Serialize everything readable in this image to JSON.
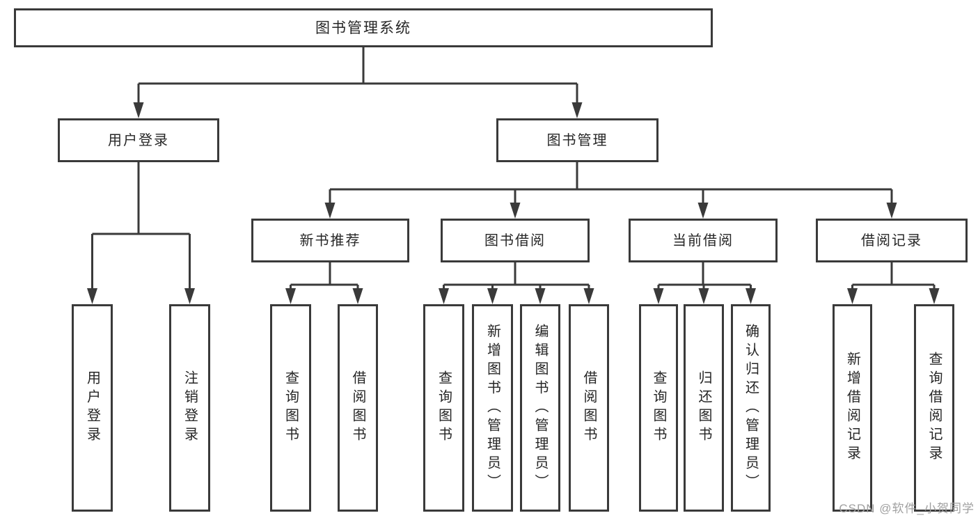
{
  "diagram": {
    "type": "hierarchy-tree",
    "colors": {
      "line": "#3a3a3a",
      "box_border": "#3a3a3a",
      "box_background": "#ffffff",
      "text": "#262626",
      "watermark": "#a0a0a0"
    },
    "watermark": "CSDN @软件_小贺同学",
    "tree": {
      "label": "图书管理系统",
      "children": [
        {
          "label": "用户登录",
          "children": [
            {
              "label": "用户登录"
            },
            {
              "label": "注销登录"
            }
          ]
        },
        {
          "label": "图书管理",
          "children": [
            {
              "label": "新书推荐",
              "children": [
                {
                  "label": "查询图书"
                },
                {
                  "label": "借阅图书"
                }
              ]
            },
            {
              "label": "图书借阅",
              "children": [
                {
                  "label": "查询图书"
                },
                {
                  "label": "新增图书（管理员）"
                },
                {
                  "label": "编辑图书（管理员）"
                },
                {
                  "label": "借阅图书"
                }
              ]
            },
            {
              "label": "当前借阅",
              "children": [
                {
                  "label": "查询图书"
                },
                {
                  "label": "归还图书"
                },
                {
                  "label": "确认归还（管理员）"
                }
              ]
            },
            {
              "label": "借阅记录",
              "children": [
                {
                  "label": "新增借阅记录"
                },
                {
                  "label": "查询借阅记录"
                }
              ]
            }
          ]
        }
      ]
    }
  }
}
